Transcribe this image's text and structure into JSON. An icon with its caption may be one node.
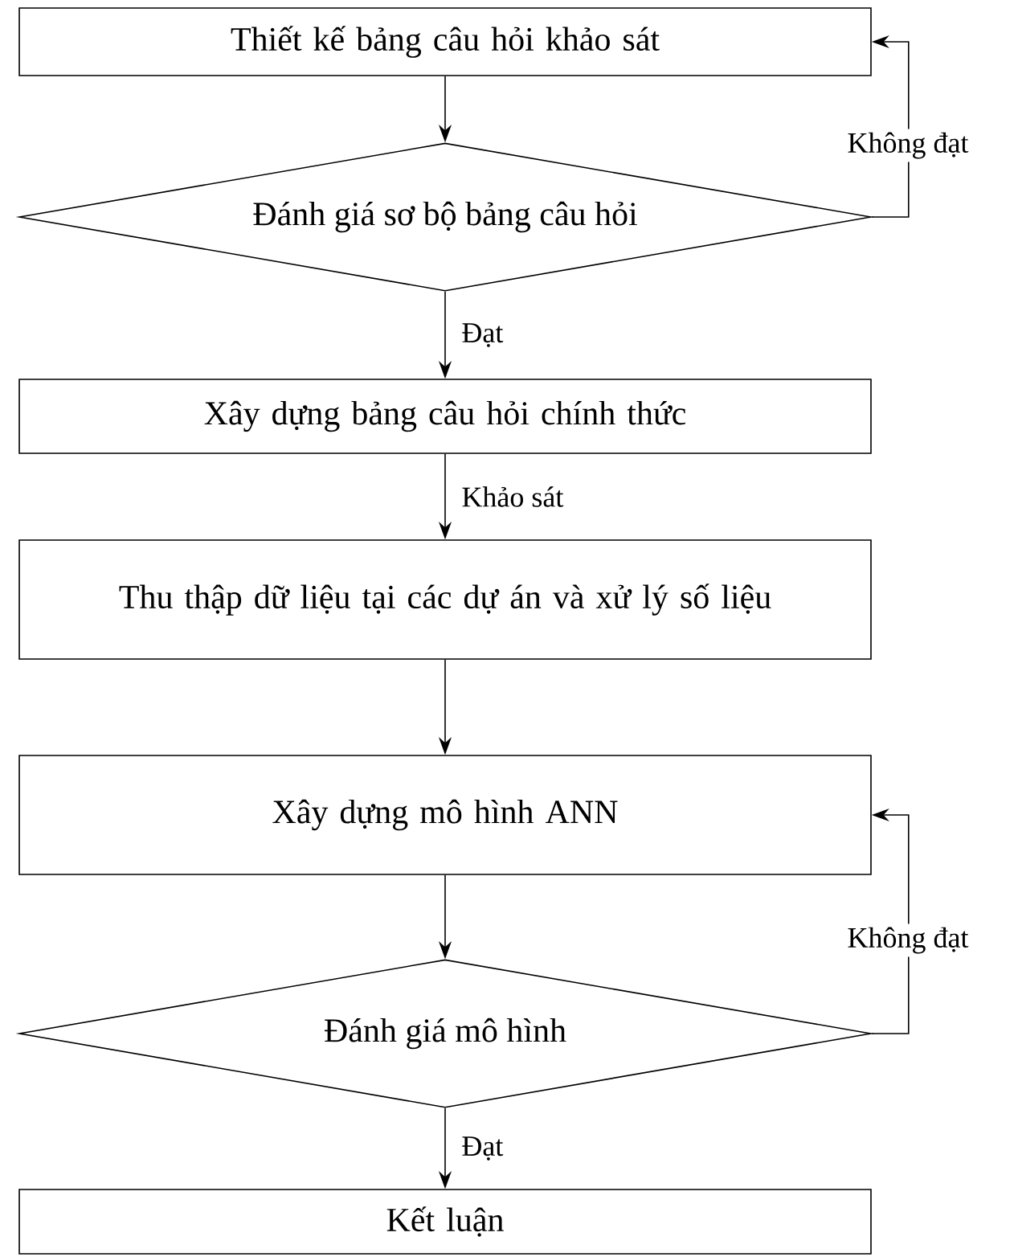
{
  "diagram": {
    "nodes": [
      {
        "text": [
          "Thiết kế bảng câu hỏi khảo sát"
        ]
      },
      {
        "text": [
          "Đánh giá sơ bộ bảng câu hỏi"
        ]
      },
      {
        "text": [
          "Xây dựng bảng câu hỏi chính thức"
        ]
      },
      {
        "text": [
          "Thu thập dữ liệu tại các dự án và xử lý số liệu"
        ]
      },
      {
        "text": [
          "Xây dựng mô hình ANN"
        ]
      },
      {
        "text": [
          "Đánh giá mô hình"
        ]
      },
      {
        "text": [
          "Kết luận"
        ]
      }
    ],
    "edges": [
      {
        "from": 0,
        "to": 1,
        "arrow": "to"
      },
      {
        "from": 1,
        "to": 2,
        "arrow": "to",
        "label": "Đạt"
      },
      {
        "from": 2,
        "to": 3,
        "arrow": "to",
        "label": "Khảo sát"
      },
      {
        "from": 3,
        "to": 4,
        "arrow": "to"
      },
      {
        "from": 4,
        "to": 5,
        "arrow": "to"
      },
      {
        "from": 5,
        "to": 6,
        "arrow": "to",
        "label": "Đạt"
      },
      {
        "from": 1,
        "to": 0,
        "arrow": "to",
        "label": "Không đạt"
      },
      {
        "from": 5,
        "to": 4,
        "arrow": "to",
        "label": "Không đạt"
      }
    ]
  }
}
